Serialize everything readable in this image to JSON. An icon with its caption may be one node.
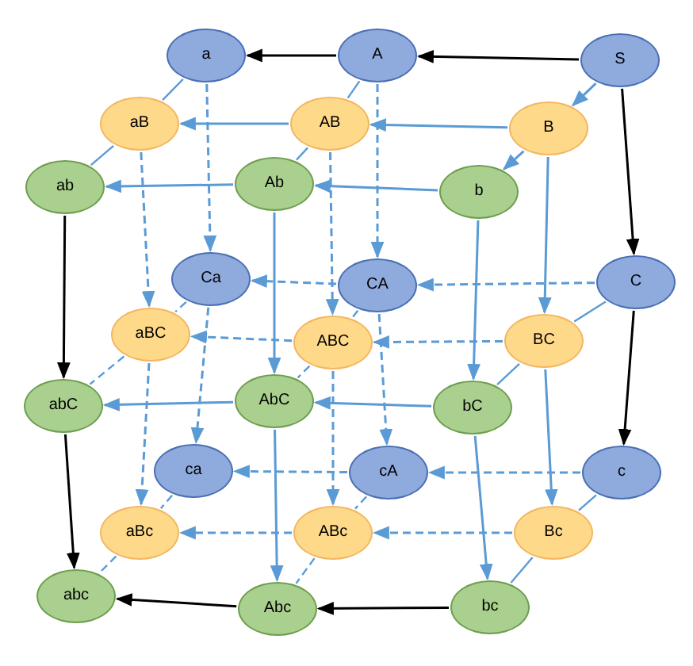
{
  "diagram": {
    "nodes": [
      {
        "text": [
          "a"
        ]
      },
      {
        "text": [
          "A"
        ]
      },
      {
        "text": [
          "S"
        ]
      },
      {
        "text": [
          "aB"
        ]
      },
      {
        "text": [
          "AB"
        ]
      },
      {
        "text": [
          "B"
        ]
      },
      {
        "text": [
          "ab"
        ]
      },
      {
        "text": [
          "Ab"
        ]
      },
      {
        "text": [
          "b"
        ]
      },
      {
        "text": [
          "Ca"
        ]
      },
      {
        "text": [
          "CA"
        ]
      },
      {
        "text": [
          "C"
        ]
      },
      {
        "text": [
          "aBC"
        ]
      },
      {
        "text": [
          "ABC"
        ]
      },
      {
        "text": [
          "BC"
        ]
      },
      {
        "text": [
          "abC"
        ]
      },
      {
        "text": [
          "AbC"
        ]
      },
      {
        "text": [
          "bC"
        ]
      },
      {
        "text": [
          "ca"
        ]
      },
      {
        "text": [
          "cA"
        ]
      },
      {
        "text": [
          "c"
        ]
      },
      {
        "text": [
          "aBc"
        ]
      },
      {
        "text": [
          "ABc"
        ]
      },
      {
        "text": [
          "Bc"
        ]
      },
      {
        "text": [
          "abc"
        ]
      },
      {
        "text": [
          "Abc"
        ]
      },
      {
        "text": [
          "bc"
        ]
      }
    ],
    "edges": [
      {
        "from": 2,
        "to": 1,
        "arrow": "to",
        "color": "#000000"
      },
      {
        "from": 1,
        "to": 0,
        "arrow": "to",
        "color": "#000000"
      },
      {
        "from": 2,
        "to": 11,
        "arrow": "to",
        "color": "#000000"
      },
      {
        "from": 11,
        "to": 20,
        "arrow": "to",
        "color": "#000000"
      },
      {
        "from": 6,
        "to": 15,
        "arrow": "to",
        "color": "#000000"
      },
      {
        "from": 15,
        "to": 24,
        "arrow": "to",
        "color": "#000000"
      },
      {
        "from": 26,
        "to": 25,
        "arrow": "to",
        "color": "#000000"
      },
      {
        "from": 25,
        "to": 24,
        "arrow": "to",
        "color": "#000000"
      },
      {
        "from": 2,
        "to": 5,
        "arrow": "to"
      },
      {
        "from": 5,
        "to": 8,
        "arrow": "to"
      },
      {
        "from": 0,
        "to": 3,
        "arrow": "none"
      },
      {
        "from": 3,
        "to": 6,
        "arrow": "none"
      },
      {
        "from": 1,
        "to": 4,
        "arrow": "none"
      },
      {
        "from": 4,
        "to": 7,
        "arrow": "none"
      },
      {
        "from": 11,
        "to": 14,
        "arrow": "none"
      },
      {
        "from": 14,
        "to": 17,
        "arrow": "none"
      },
      {
        "from": 20,
        "to": 23,
        "arrow": "none"
      },
      {
        "from": 23,
        "to": 26,
        "arrow": "none"
      },
      {
        "from": 9,
        "to": 12,
        "arrow": "none",
        "style": "dashed"
      },
      {
        "from": 12,
        "to": 15,
        "arrow": "none",
        "style": "dashed"
      },
      {
        "from": 10,
        "to": 13,
        "arrow": "none",
        "style": "dashed"
      },
      {
        "from": 13,
        "to": 16,
        "arrow": "none",
        "style": "dashed"
      },
      {
        "from": 18,
        "to": 21,
        "arrow": "none",
        "style": "dashed"
      },
      {
        "from": 21,
        "to": 24,
        "arrow": "none",
        "style": "dashed"
      },
      {
        "from": 19,
        "to": 22,
        "arrow": "none",
        "style": "dashed"
      },
      {
        "from": 22,
        "to": 25,
        "arrow": "none",
        "style": "dashed"
      },
      {
        "from": 5,
        "to": 4,
        "arrow": "to"
      },
      {
        "from": 4,
        "to": 3,
        "arrow": "to"
      },
      {
        "from": 8,
        "to": 7,
        "arrow": "to"
      },
      {
        "from": 7,
        "to": 6,
        "arrow": "to"
      },
      {
        "from": 11,
        "to": 10,
        "arrow": "to",
        "style": "dashed"
      },
      {
        "from": 10,
        "to": 9,
        "arrow": "to",
        "style": "dashed"
      },
      {
        "from": 14,
        "to": 13,
        "arrow": "to",
        "style": "dashed"
      },
      {
        "from": 13,
        "to": 12,
        "arrow": "to",
        "style": "dashed"
      },
      {
        "from": 17,
        "to": 16,
        "arrow": "to"
      },
      {
        "from": 16,
        "to": 15,
        "arrow": "to"
      },
      {
        "from": 20,
        "to": 19,
        "arrow": "to",
        "style": "dashed"
      },
      {
        "from": 19,
        "to": 18,
        "arrow": "to",
        "style": "dashed"
      },
      {
        "from": 23,
        "to": 22,
        "arrow": "to",
        "style": "dashed"
      },
      {
        "from": 22,
        "to": 21,
        "arrow": "to",
        "style": "dashed"
      },
      {
        "from": 0,
        "to": 9,
        "arrow": "to",
        "style": "dashed"
      },
      {
        "from": 9,
        "to": 18,
        "arrow": "to",
        "style": "dashed"
      },
      {
        "from": 1,
        "to": 10,
        "arrow": "to",
        "style": "dashed"
      },
      {
        "from": 10,
        "to": 19,
        "arrow": "to",
        "style": "dashed"
      },
      {
        "from": 3,
        "to": 12,
        "arrow": "to",
        "style": "dashed"
      },
      {
        "from": 12,
        "to": 21,
        "arrow": "to",
        "style": "dashed"
      },
      {
        "from": 4,
        "to": 13,
        "arrow": "to",
        "style": "dashed"
      },
      {
        "from": 13,
        "to": 22,
        "arrow": "to",
        "style": "dashed"
      },
      {
        "from": 5,
        "to": 14,
        "arrow": "to"
      },
      {
        "from": 14,
        "to": 23,
        "arrow": "to"
      },
      {
        "from": 7,
        "to": 16,
        "arrow": "to"
      },
      {
        "from": 16,
        "to": 25,
        "arrow": "to"
      },
      {
        "from": 8,
        "to": 17,
        "arrow": "to"
      },
      {
        "from": 17,
        "to": 26,
        "arrow": "to"
      }
    ]
  }
}
